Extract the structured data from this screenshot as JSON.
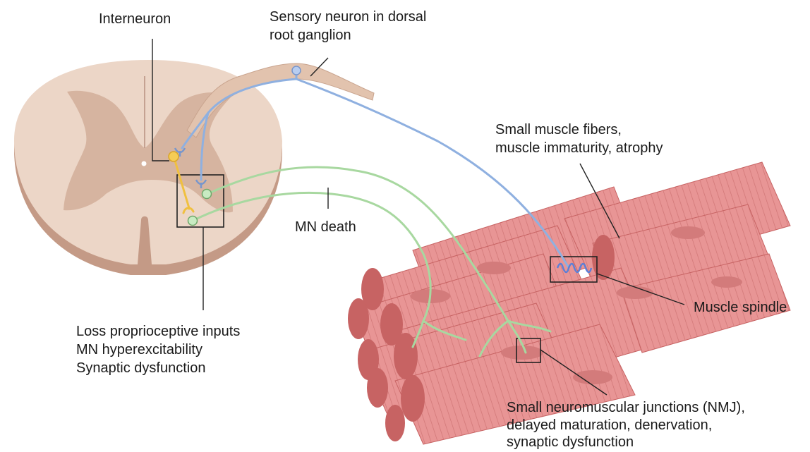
{
  "labels": {
    "interneuron": "Interneuron",
    "sensory_line1": "Sensory neuron in dorsal",
    "sensory_line2": "root ganglion",
    "muscle_fibers_line1": "Small muscle fibers,",
    "muscle_fibers_line2": "muscle immaturity, atrophy",
    "mn_death": "MN death",
    "muscle_spindle": "Muscle spindle",
    "spinal_line1": "Loss proprioceptive inputs",
    "spinal_line2": "MN hyperexcitability",
    "spinal_line3": "Synaptic dysfunction",
    "nmj_line1": "Small neuromuscular junctions (NMJ),",
    "nmj_line2": "delayed maturation, denervation,",
    "nmj_line3": "synaptic dysfunction"
  },
  "colors": {
    "cord_light": "#ecd6c7",
    "cord_dark": "#d6b4a0",
    "cord_side": "#c49a86",
    "muscle_fill": "#e89595",
    "muscle_dark": "#c76363",
    "muscle_stripe": "#cf7575",
    "sensory_neuron": "#8fb0e0",
    "motor_neuron": "#a8d8a0",
    "interneuron": "#f0c040"
  }
}
